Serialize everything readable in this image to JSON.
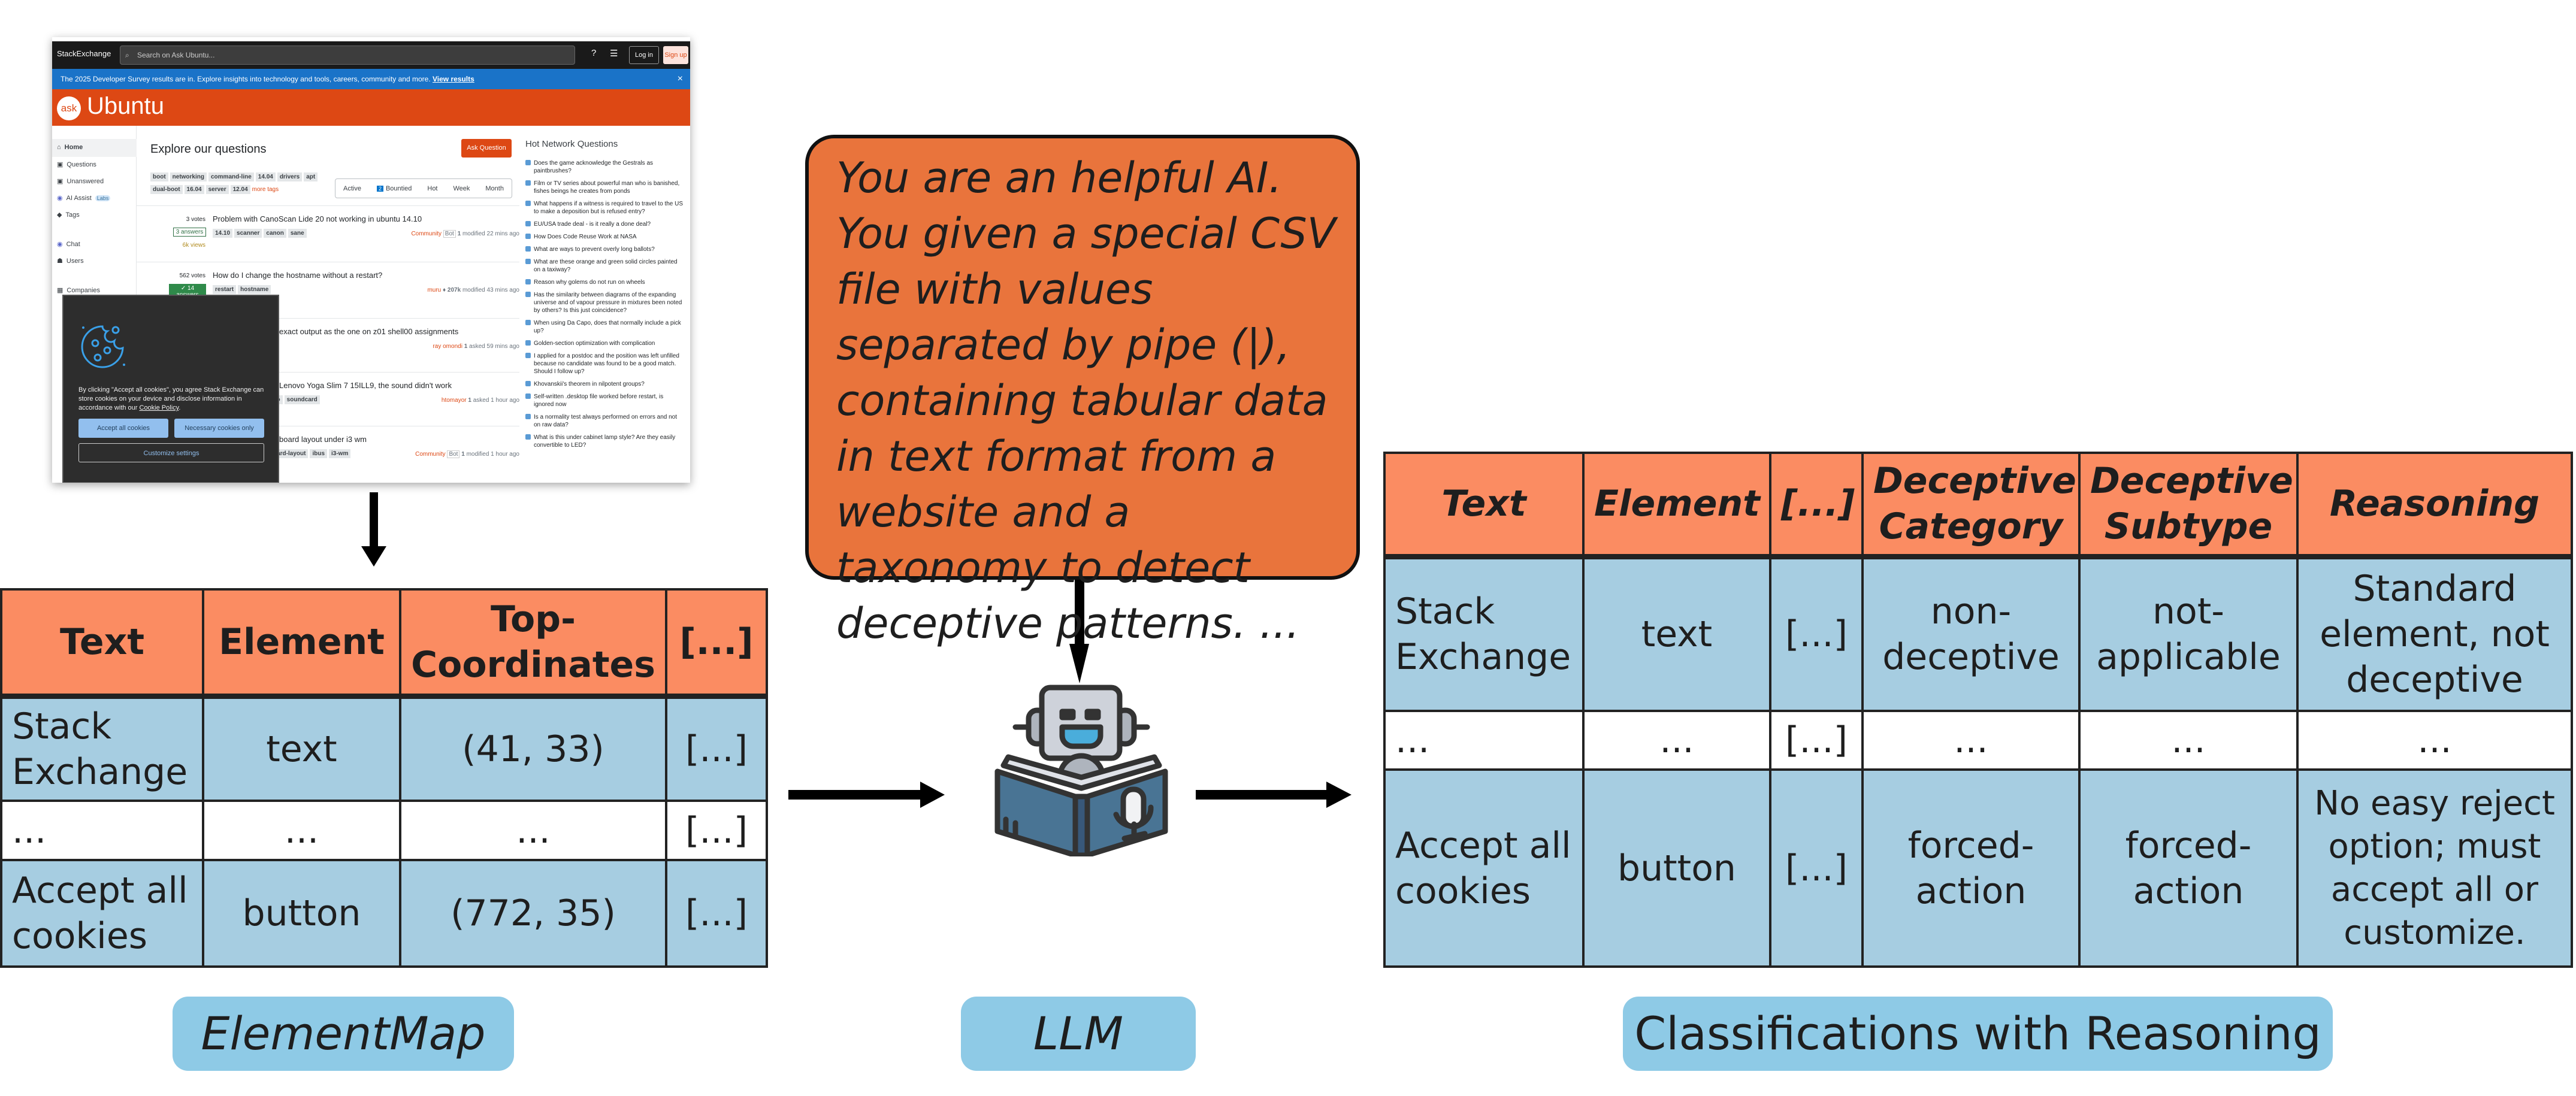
{
  "screenshot": {
    "topbar": {
      "logo": "StackExchange",
      "search_placeholder": "Search on Ask Ubuntu...",
      "login": "Log in",
      "signup": "Sign up"
    },
    "banner": {
      "text": "The 2025 Developer Survey results are in. Explore insights into technology and tools, careers, community and more.",
      "link": "View results",
      "close": "×"
    },
    "site": {
      "logo_badge": "ask",
      "logo_text": "Ubuntu"
    },
    "sidebar": [
      {
        "label": "Home"
      },
      {
        "label": "Questions"
      },
      {
        "label": "Unanswered"
      },
      {
        "label": "AI Assist",
        "badge": "Labs"
      },
      {
        "label": "Tags"
      },
      {
        "label": "Chat"
      },
      {
        "label": "Users"
      },
      {
        "label": "Companies"
      }
    ],
    "main": {
      "title": "Explore our questions",
      "ask_button": "Ask Question",
      "tags": [
        "boot",
        "networking",
        "command-line",
        "14.04",
        "drivers",
        "apt",
        "dual-boot",
        "16.04",
        "server",
        "12.04"
      ],
      "more_tags": "more tags",
      "filters": [
        "Active",
        "2",
        "Bountied",
        "Hot",
        "Week",
        "Month"
      ]
    },
    "questions": [
      {
        "votes": "3 votes",
        "answers": "3 answers",
        "views": "6k views",
        "title": "Problem with CanoScan Lide 20 not working in ubuntu 14.10",
        "tags": [
          "14.10",
          "scanner",
          "canon",
          "sane"
        ],
        "user": "Community",
        "badge": "Bot",
        "rep": "1",
        "time": "modified 22 mins ago"
      },
      {
        "votes": "562 votes",
        "answers": "✓ 14 answers",
        "title": "How do I change the hostname without a restart?",
        "tags": [
          "restart",
          "hostname"
        ],
        "user": "muru",
        "rep": "♦ 207k",
        "time": "modified 43 mins ago"
      },
      {
        "title": "exact output as the one on z01 shell00 assignments",
        "user": "ray omondi",
        "rep": "1",
        "time": "asked 59 mins ago"
      },
      {
        "title": "Lenovo Yoga Slim 7 15ILL9, the sound didn't work",
        "tags": [
          "vo",
          "soundcard"
        ],
        "user": "htomayor",
        "rep": "1",
        "time": "asked 1 hour ago"
      },
      {
        "title": "board layout under i3 wm",
        "tags": [
          "oard-layout",
          "ibus",
          "i3-wm"
        ],
        "user": "Community",
        "badge": "Bot",
        "rep": "1",
        "time": "modified 1 hour ago"
      }
    ],
    "hot_network": {
      "title": "Hot Network Questions",
      "items": [
        "Does the game acknowledge the Gestrals as paintbrushes?",
        "Film or TV series about powerful man who is banished, fishes beings he creates from ponds",
        "What happens if a witness is required to travel to the US to make a deposition but is refused entry?",
        "EU/USA trade deal - is it really a done deal?",
        "How Does Code Reuse Work at NASA",
        "What are ways to prevent overly long ballots?",
        "What are these orange and green solid circles painted on a taxiway?",
        "Reason why golems do not run on wheels",
        "Has the similarity between diagrams of the expanding universe and of vapour pressure in mixtures been noted by others? Is this just coincidence?",
        "When using Da Capo, does that normally include a pick up?",
        "Golden-section optimization with complication",
        "I applied for a postdoc and the position was left unfilled because no candidate was found to be a good match. Should I follow up?",
        "Khovanskii's theorem in nilpotent groups?",
        "Self-written .desktop file worked before restart, is ignored now",
        "Is a normality test always performed on errors and not on raw data?",
        "What is this under cabinet lamp style? Are they easily convertible to LED?"
      ]
    },
    "cookie": {
      "text_pre": "By clicking \"Accept all cookies\", you agree Stack Exchange can store cookies on your device and disclose information in accordance with our ",
      "policy": "Cookie Policy",
      "accept": "Accept all cookies",
      "necessary": "Necessary cookies only",
      "customize": "Customize settings"
    }
  },
  "element_map": {
    "headers": [
      "Text",
      "Element",
      "Top-Coordinates",
      "[...]"
    ],
    "rows": [
      [
        "Stack Exchange",
        "text",
        "(41, 33)",
        "[...]"
      ],
      [
        "...",
        "...",
        "...",
        "[...]"
      ],
      [
        "Accept all cookies",
        "button",
        "(772, 35)",
        "[...]"
      ]
    ],
    "label": "ElementMap"
  },
  "prompt": "You are an helpful AI. You given a special CSV file with values separated by pipe (|), containing tabular data in text format from a website and a taxonomy to detect deceptive patterns. ...",
  "llm_label": "LLM",
  "classifications": {
    "headers": [
      "Text",
      "Element",
      "[...]",
      "Deceptive Category",
      "Deceptive Subtype",
      "Reasoning"
    ],
    "rows": [
      [
        "Stack Exchange",
        "text",
        "[...]",
        "non-deceptive",
        "not-applicable",
        "Standard element, not deceptive"
      ],
      [
        "...",
        "...",
        "[...]",
        "...",
        "...",
        "..."
      ],
      [
        "Accept all cookies",
        "button",
        "[...]",
        "forced-action",
        "forced-action",
        "No easy reject option; must accept all or customize."
      ]
    ],
    "label": "Classifications with Reasoning"
  },
  "colors": {
    "header": "#fb8c62",
    "row": "#a6cde1",
    "prompt": "#e9743c",
    "label": "#8ecae6",
    "ubuntu": "#dd4814"
  }
}
